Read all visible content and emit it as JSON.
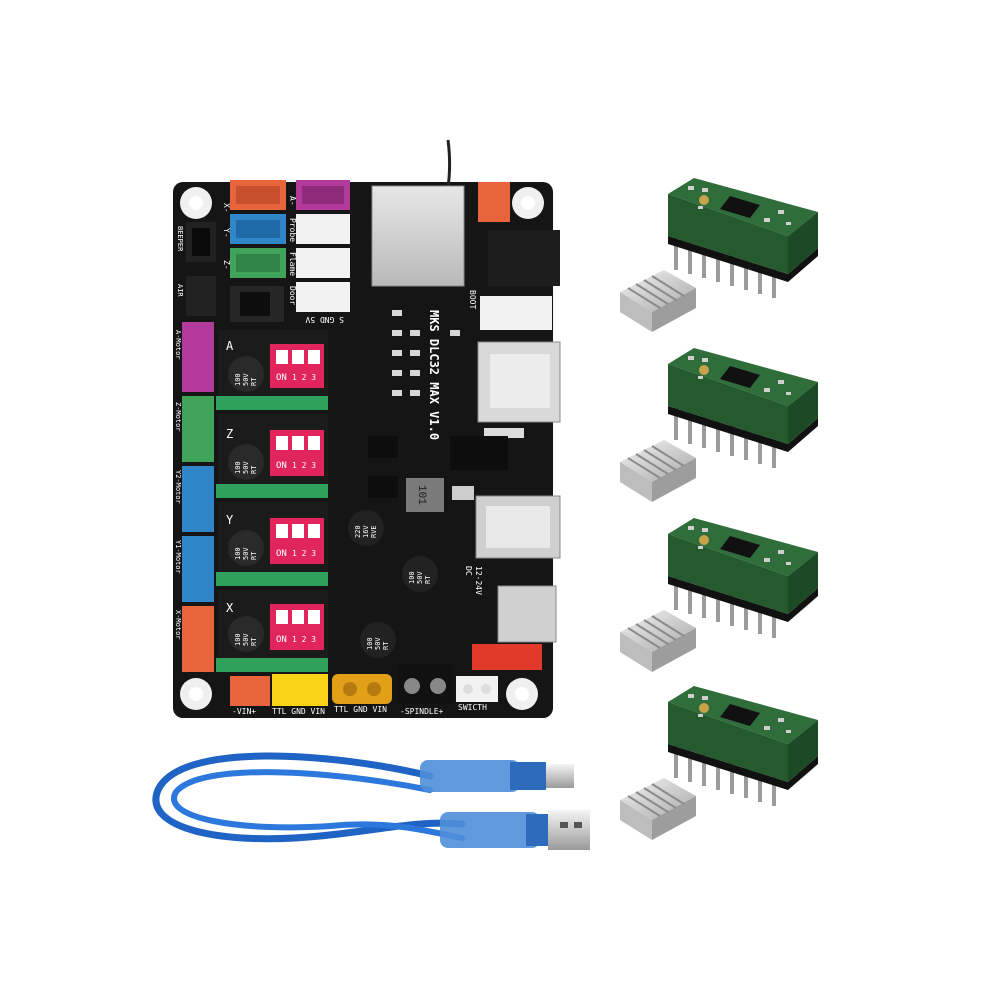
{
  "board": {
    "name": "MKS DLC32 MAX V1.0",
    "boot": "BOOT",
    "ports": {
      "x_top": "X-",
      "y_top": "Y-",
      "z_top": "Z-",
      "a_top": "A-",
      "probe": "Probe",
      "flame": "Flame",
      "door": "Door",
      "s_gnd_5v": "S GND 5V",
      "beeper": "BEEPER",
      "air": "AIR",
      "a_motor": "A-Motor",
      "z_motor": "Z-Motor",
      "y2_motor": "Y2-Motor",
      "y1_motor": "Y1-Motor",
      "x_motor": "X-Motor",
      "vin_plus": "-VIN+",
      "ttl_gnd_vin_1": "TTL GND VIN",
      "ttl_gnd_vin_2": "TTL GND VIN",
      "spindle": "-SPINDLE+",
      "switch": "SWICTH",
      "dc": "DC",
      "dc_voltage": "12-24V"
    },
    "drivers": [
      {
        "axis": "A",
        "dip": "ON",
        "dip_nums": "1 2 3",
        "cap": [
          "100",
          "50V",
          "RT"
        ]
      },
      {
        "axis": "Z",
        "dip": "ON",
        "dip_nums": "1 2 3",
        "cap": [
          "100",
          "50V",
          "RT"
        ]
      },
      {
        "axis": "Y",
        "dip": "ON",
        "dip_nums": "1 2 3",
        "cap": [
          "100",
          "50V",
          "RT"
        ]
      },
      {
        "axis": "X",
        "dip": "ON",
        "dip_nums": "1 2 3",
        "cap": [
          "100",
          "50V",
          "RT"
        ]
      }
    ],
    "caps": {
      "c1": [
        "220",
        "16V",
        "RVE"
      ],
      "c2": [
        "100",
        "50V",
        "RT"
      ],
      "c3": [
        "100",
        "50V",
        "RT"
      ],
      "inductor": "101"
    }
  },
  "colors": {
    "pcb": "#151515",
    "driver_pcb": "#2f6e3a",
    "usb_cable": "#1f63c4",
    "heatsink": "#d8d8d8"
  },
  "items": {
    "stepper_drivers": 4,
    "heatsinks": 4,
    "usb_cables": 1
  }
}
